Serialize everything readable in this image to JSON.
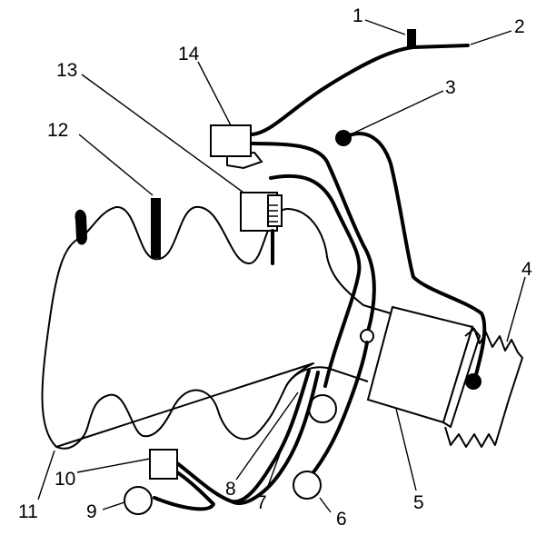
{
  "callouts": {
    "c1": "1",
    "c2": "2",
    "c3": "3",
    "c4": "4",
    "c5": "5",
    "c6": "6",
    "c7": "7",
    "c8": "8",
    "c9": "9",
    "c10": "10",
    "c11": "11",
    "c12": "12",
    "c13": "13",
    "c14": "14"
  },
  "colors": {
    "ink": "#000000",
    "background": "#ffffff"
  }
}
